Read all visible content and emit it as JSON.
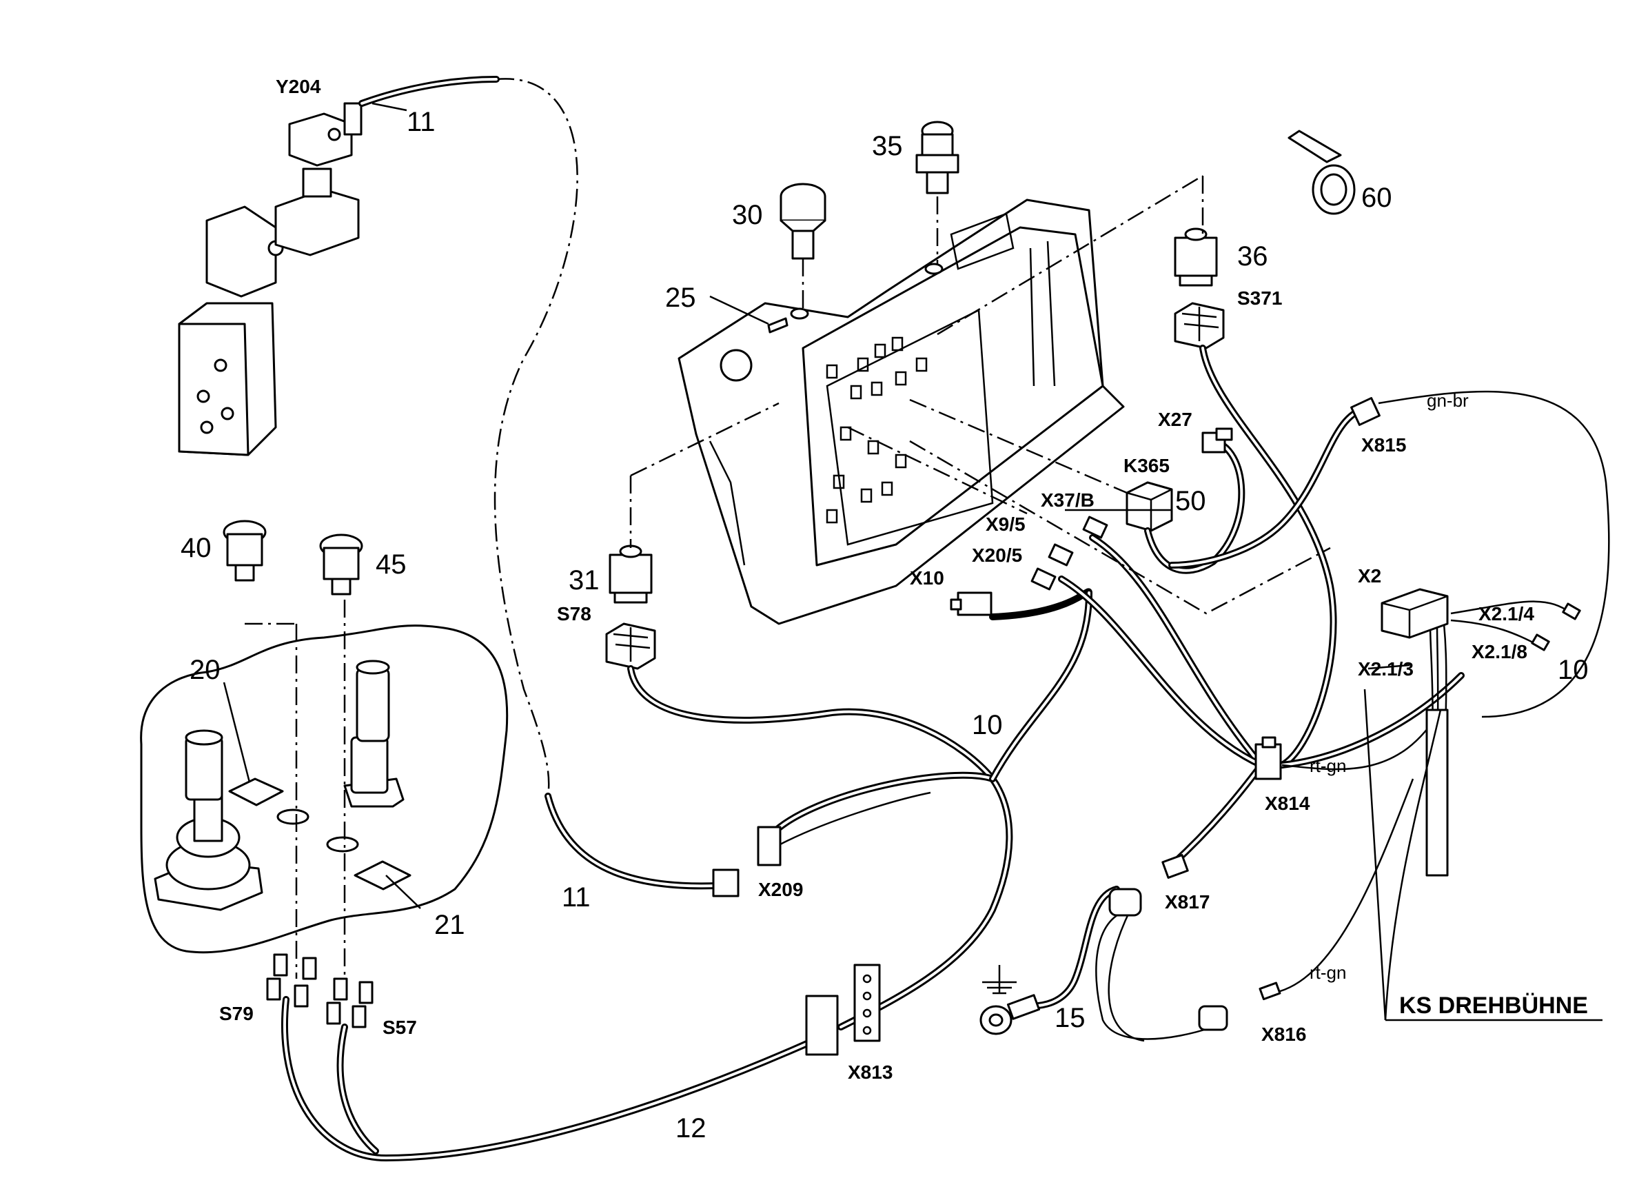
{
  "parts": {
    "p10a": "10",
    "p10b": "10",
    "p11a": "11",
    "p11b": "11",
    "p12": "12",
    "p15": "15",
    "p20": "20",
    "p21": "21",
    "p25": "25",
    "p30": "30",
    "p31": "31",
    "p35": "35",
    "p36": "36",
    "p40": "40",
    "p45": "45",
    "p50": "50",
    "p60": "60"
  },
  "codes": {
    "y204": "Y204",
    "s371": "S371",
    "x27": "X27",
    "x815": "X815",
    "k365": "K365",
    "x37b": "X37/B",
    "x95": "X9/5",
    "x205": "X20/5",
    "x10": "X10",
    "s78": "S78",
    "x2": "X2",
    "x214": "X2.1/4",
    "x218": "X2.1/8",
    "x213": "X2.1/3",
    "x814": "X814",
    "x817": "X817",
    "x209": "X209",
    "x816": "X816",
    "s79": "S79",
    "s57": "S57",
    "x813": "X813"
  },
  "wire_colors": {
    "gnbr": "gn-br",
    "rtgn1": "rt-gn",
    "rtgn2": "rt-gn"
  },
  "title": "KS DREHBÜHNE"
}
